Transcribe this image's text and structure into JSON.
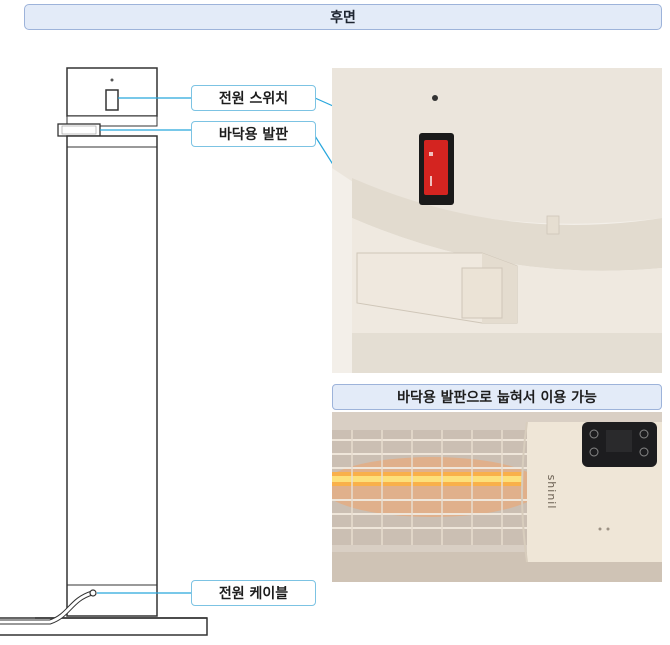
{
  "header": {
    "title": "후면"
  },
  "callouts": {
    "power_switch": "전원 스위치",
    "floor_stand": "바닥용 발판",
    "power_cable": "전원 케이블"
  },
  "photo_caption": "바닥용 발판으로 눕혀서 이용 가능",
  "product_logo_text": "shinil"
}
